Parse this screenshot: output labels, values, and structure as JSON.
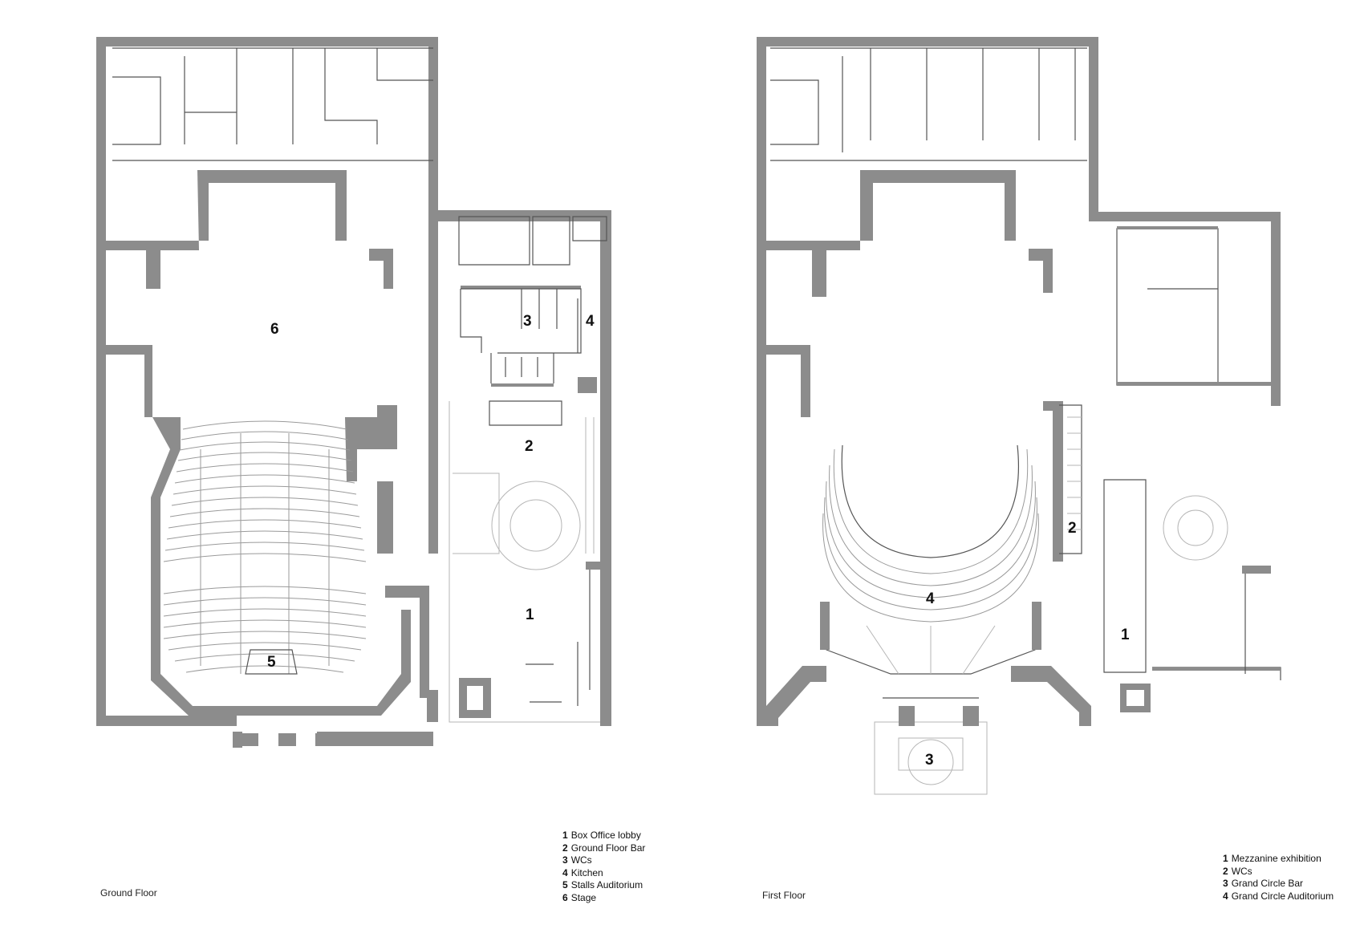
{
  "floors": [
    {
      "name": "Ground Floor",
      "rooms": [
        {
          "num": "1",
          "label": "Box Office lobby"
        },
        {
          "num": "2",
          "label": "Ground Floor Bar"
        },
        {
          "num": "3",
          "label": "WCs"
        },
        {
          "num": "4",
          "label": "Kitchen"
        },
        {
          "num": "5",
          "label": "Stalls Auditorium"
        },
        {
          "num": "6",
          "label": "Stage"
        }
      ]
    },
    {
      "name": "First Floor",
      "rooms": [
        {
          "num": "1",
          "label": "Mezzanine exhibition"
        },
        {
          "num": "2",
          "label": "WCs"
        },
        {
          "num": "3",
          "label": "Grand Circle Bar"
        },
        {
          "num": "4",
          "label": "Grand Circle Auditorium"
        }
      ]
    }
  ],
  "colors": {
    "wall": "#8c8c8c",
    "line": "#555555",
    "faint": "#b5b5b5",
    "text": "#111111"
  }
}
